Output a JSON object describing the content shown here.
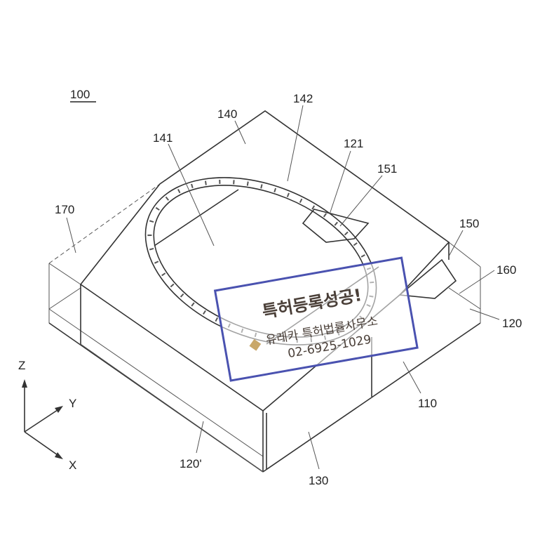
{
  "figure": {
    "labels": {
      "ref100": "100",
      "l140": "140",
      "l142": "142",
      "l141": "141",
      "l121": "121",
      "l151": "151",
      "l170": "170",
      "l150": "150",
      "l160": "160",
      "l120": "120",
      "l110": "110",
      "l120p": "120'",
      "l130": "130"
    },
    "axes": {
      "z": "Z",
      "y": "Y",
      "x": "X"
    }
  },
  "stamp": {
    "title": "특허등록성공!",
    "firm": "유레카 특허법률사무소",
    "phone": "02-6925-1029",
    "border_color": "#4a52b0"
  }
}
